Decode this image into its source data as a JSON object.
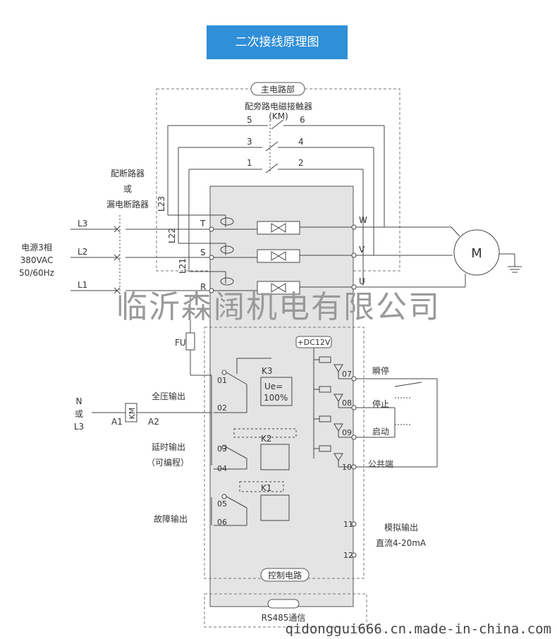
{
  "header": {
    "title": "二次接线原理图"
  },
  "main_circuit": {
    "label": "主电路部",
    "contactor_title": "配旁路电磁接触器",
    "contactor_code": "(KM)",
    "contacts": [
      "5",
      "6",
      "3",
      "4",
      "1",
      "2"
    ],
    "breaker": [
      "配断路器",
      "或",
      "漏电断路器"
    ],
    "bypass_lines": [
      "L23",
      "L22",
      "L21"
    ],
    "inputs": [
      "T",
      "S",
      "R"
    ],
    "outputs": [
      "W",
      "V",
      "U"
    ],
    "motor": "M"
  },
  "supply": {
    "lines": [
      "L3",
      "L2",
      "L1"
    ],
    "desc": [
      "电源3相",
      "380VAC",
      "50/60Hz"
    ]
  },
  "control": {
    "fuse": "FU",
    "km_coil": "KM",
    "n_label": [
      "N",
      "或",
      "L3"
    ],
    "a1": "A1",
    "a2": "A2",
    "full_voltage": "全压输出",
    "delay_output": "延时输出",
    "programmable": "（可编程）",
    "fault_output": "故障输出",
    "k3": "K3",
    "k2": "K2",
    "k1": "K1",
    "ue": "Ue=",
    "ue_val": "100%",
    "dc": "+DC12V",
    "terminals_left": [
      "01",
      "02",
      "03",
      "04",
      "05",
      "06"
    ],
    "terminals_right": [
      "07",
      "08",
      "09",
      "10",
      "11",
      "12"
    ],
    "inputs_labels": [
      "瞬停",
      "停止",
      "启动",
      "公共端"
    ],
    "analog": "模拟输出",
    "analog_range": "直流4-20mA",
    "circuit_label": "控制电路",
    "rs485": "RS485通信"
  },
  "watermark": "临沂森阔机电有限公司",
  "footer_url": "qidonggui666.cn.made-in-china.com"
}
